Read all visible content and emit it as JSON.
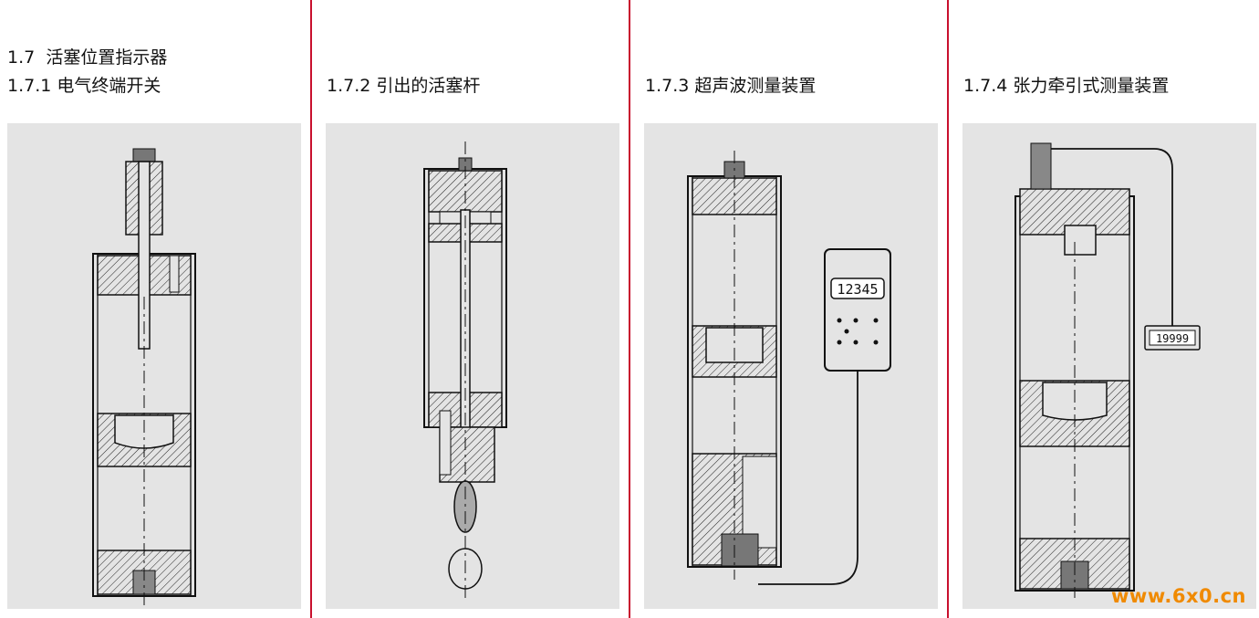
{
  "sections": [
    {
      "number": "1.7",
      "title": "活塞位置指示器"
    },
    {
      "number": "1.7.1",
      "title": "电气终端开关"
    },
    {
      "number": "1.7.2",
      "title": "引出的活塞杆"
    },
    {
      "number": "1.7.3",
      "title": "超声波测量装置"
    },
    {
      "number": "1.7.4",
      "title": "张力牵引式测量装置"
    }
  ],
  "displays": {
    "ultrasonic_readout": "12345",
    "tension_readout": "19999"
  },
  "watermark": "www.6x0.cn",
  "colors": {
    "divider": "#c8102e",
    "panel": "#e4e4e4",
    "watermark": "#f08a00"
  }
}
